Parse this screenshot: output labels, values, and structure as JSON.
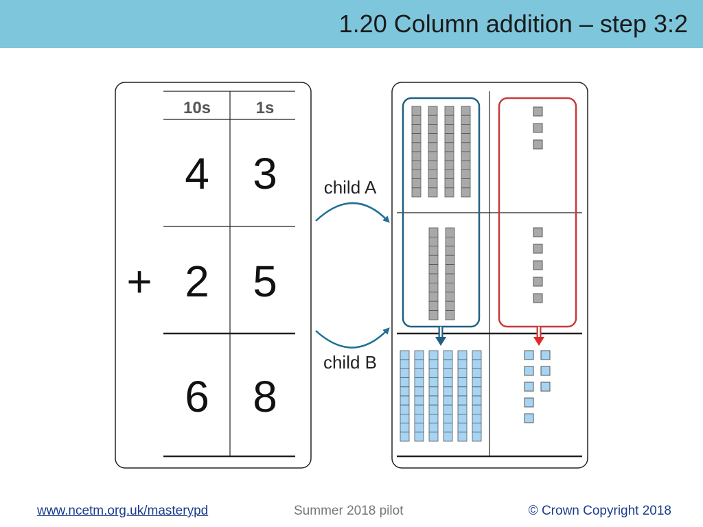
{
  "header": {
    "title": "1.20 Column addition – step 3:2"
  },
  "place_value_table": {
    "col_headers": [
      "10s",
      "1s"
    ],
    "operator": "+",
    "rows": [
      {
        "tens": "4",
        "ones": "3"
      },
      {
        "tens": "2",
        "ones": "5"
      },
      {
        "tens": "6",
        "ones": "8"
      }
    ]
  },
  "arrows": {
    "child_a": "child A",
    "child_b": "child B"
  },
  "blocks": {
    "row1": {
      "tens": 4,
      "ones": 3
    },
    "row2": {
      "tens": 2,
      "ones": 5
    },
    "result": {
      "tens": 6,
      "ones": 8
    }
  },
  "colors": {
    "header_bg": "#7ec6dc",
    "block_gray": "#a9a9a9",
    "block_blue": "#a6d4f2",
    "tens_outline": "#1f5f82",
    "ones_outline": "#c8393a",
    "arrow_blue": "#1f6f96"
  },
  "footer": {
    "link": "www.ncetm.org.uk/masterypd",
    "center": "Summer 2018 pilot",
    "copyright": "© Crown Copyright 2018"
  }
}
